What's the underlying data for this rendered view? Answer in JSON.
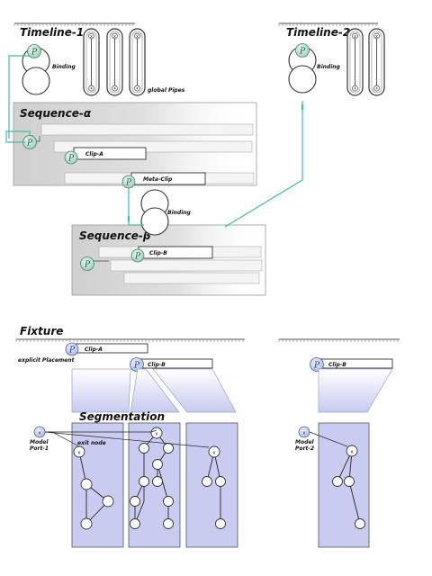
{
  "labels": {
    "timeline1": "Timeline-1",
    "timeline2": "Timeline-2",
    "binding": "Binding",
    "global_pipes": "global Pipes",
    "sequence_alpha": "Sequence-α",
    "sequence_beta": "Sequence-β",
    "clip_a": "Clip-A",
    "meta_clip": "Meta-Clip",
    "clip_b": "Clip-B",
    "fixture": "Fixture",
    "explicit_placement": "explicit Placement",
    "segmentation": "Segmentation",
    "exit_node": "exit node",
    "model_port_1_line1": "Model",
    "model_port_1_line2": "Port-1",
    "model_port_2_line1": "Model",
    "model_port_2_line2": "Port-2"
  },
  "glyphs": {
    "placement": "P",
    "node": "x"
  },
  "colors": {
    "connector": "#3cbfa6",
    "placement_green": "#b9dcc8",
    "placement_blue": "#b8c4ea",
    "segment_fill": "#c9ccf0",
    "sequence_fill": "#d4d4d4"
  }
}
